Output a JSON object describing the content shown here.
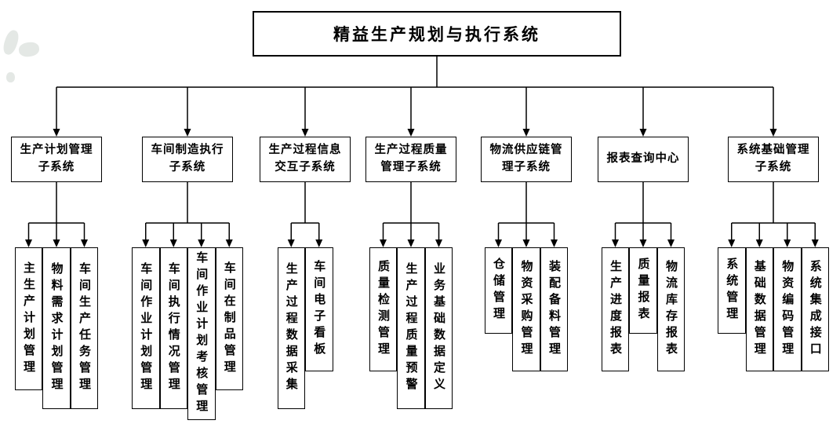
{
  "diagram": {
    "title": "精益生产规划与执行系统",
    "root": "精益生产规划与执行系统",
    "line_color": "#000000",
    "box_border_color": "#000000",
    "background": "#ffffff",
    "groups": [
      {
        "label": "生产计划管理\n子系统",
        "children": [
          "主生产计划管理",
          "物料需求计划管理",
          "车间生产任务管理"
        ]
      },
      {
        "label": "车间制造执行\n子系统",
        "children": [
          "车间作业计划管理",
          "车间执行情况管理",
          "车间作业计划考核管理",
          "车间在制品管理"
        ]
      },
      {
        "label": "生产过程信息\n交互子系统",
        "children": [
          "生产过程数据采集",
          "车间电子看板"
        ]
      },
      {
        "label": "生产过程质量\n管理子系统",
        "children": [
          "质量检测管理",
          "生产过程质量预警",
          "业务基础数据定义"
        ]
      },
      {
        "label": "物流供应链管\n理子系统",
        "children": [
          "仓储管理",
          "物资采购管理",
          "装配备料管理"
        ]
      },
      {
        "label": "报表查询中心",
        "children": [
          "生产进度报表",
          "质量报表",
          "物流库存报表"
        ]
      },
      {
        "label": "系统基础管理\n子系统",
        "children": [
          "系统管理",
          "基础数据管理",
          "物资编码管理",
          "系统集成接口"
        ]
      }
    ]
  }
}
